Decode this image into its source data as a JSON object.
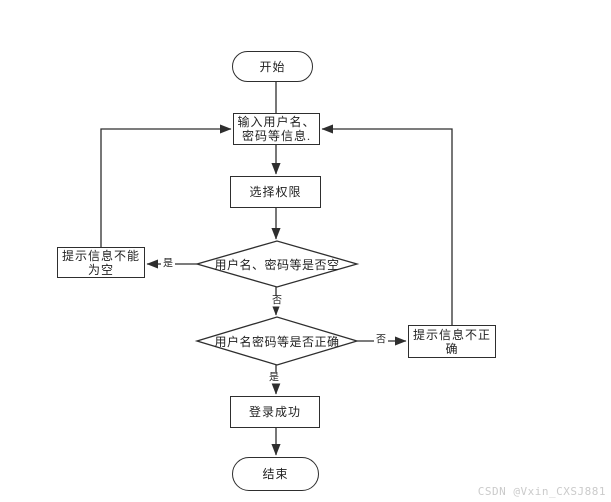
{
  "colors": {
    "line": "#2e2e2e",
    "node_fill": "#ffffff",
    "text": "#1f1f1f",
    "watermark": "#cbcbcb"
  },
  "watermark": "CSDN @Vxin_CXSJ881",
  "nodes": {
    "start": {
      "label": "开始"
    },
    "input_info": {
      "lines": [
        "输入用户名、",
        "密码等信息."
      ]
    },
    "select_permission": {
      "label": "选择权限"
    },
    "check_empty": {
      "label": "用户名、密码等是否空"
    },
    "prompt_empty": {
      "lines": [
        "提示信息不能",
        "为空"
      ]
    },
    "check_correct": {
      "label": "用户名密码等是否正确"
    },
    "prompt_incorrect": {
      "lines": [
        "提示信息不正",
        "确"
      ]
    },
    "login_success": {
      "label": "登录成功"
    },
    "end": {
      "label": "结束"
    }
  },
  "edge_labels": {
    "empty_yes": "是",
    "empty_no": "否",
    "correct_no": "否",
    "correct_yes": "是"
  }
}
